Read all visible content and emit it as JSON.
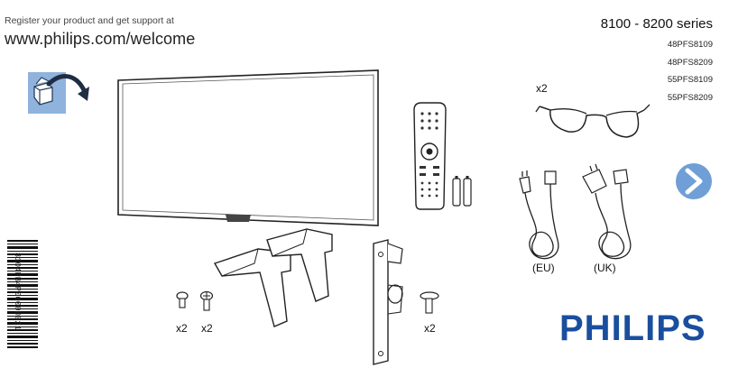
{
  "header": {
    "register_text": "Register your product and get support at",
    "url": "www.philips.com/welcome"
  },
  "series": {
    "title": "8100 - 8200 series",
    "models": [
      "48PFS8109",
      "48PFS8209",
      "55PFS8109",
      "55PFS8209"
    ]
  },
  "contents": {
    "glasses_qty": "x2",
    "screws_qty_1": "x2",
    "screws_qty_2": "x2",
    "bracket_screw_qty": "x2",
    "cable_eu_label": "(EU)",
    "cable_uk_label": "(UK)"
  },
  "barcode_text": "3104PB4P00000021",
  "brand": "PHILIPS",
  "colors": {
    "brand_blue": "#1a4e9e",
    "next_button": "#6f9fd6",
    "open_box_icon_bg": "#8fb3dd"
  },
  "icons": {
    "open_box": "open-box-icon",
    "next": "chevron-right-icon"
  }
}
